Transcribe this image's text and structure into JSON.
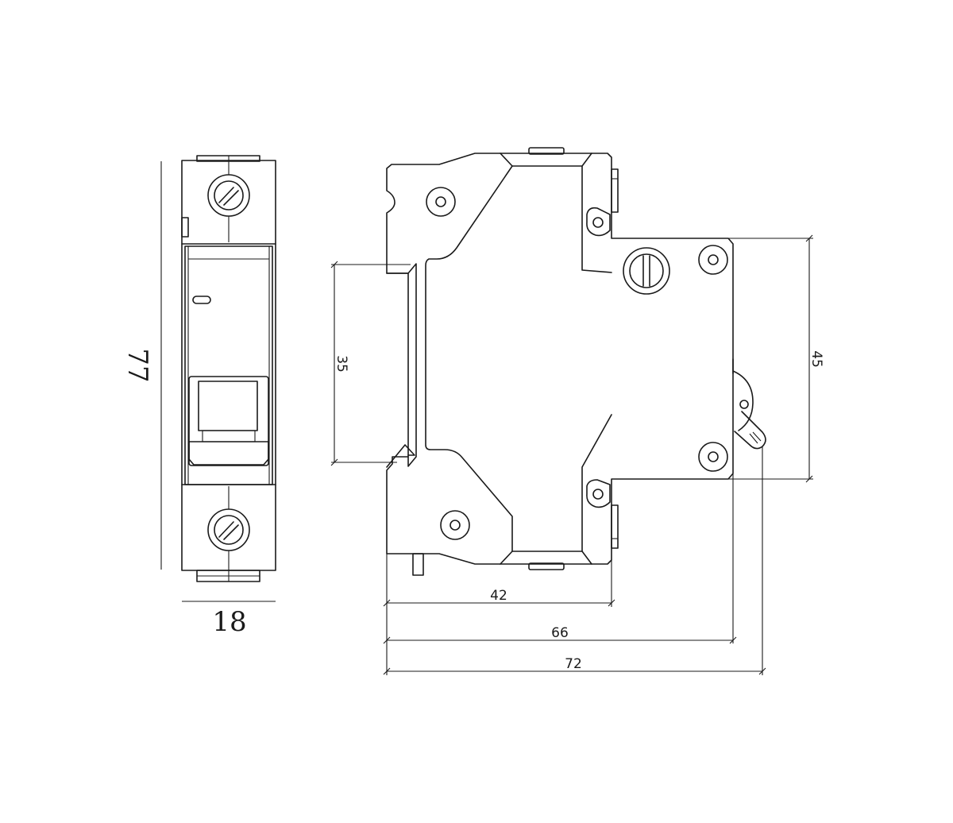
{
  "front_view": {
    "height_label": "77",
    "width_label": "18"
  },
  "side_view": {
    "rail_label": "35",
    "depth_45_label": "45",
    "depth_42_label": "42",
    "depth_66_label": "66",
    "depth_72_label": "72"
  },
  "colors": {
    "line": "#1a1a1a",
    "background": "#ffffff"
  }
}
